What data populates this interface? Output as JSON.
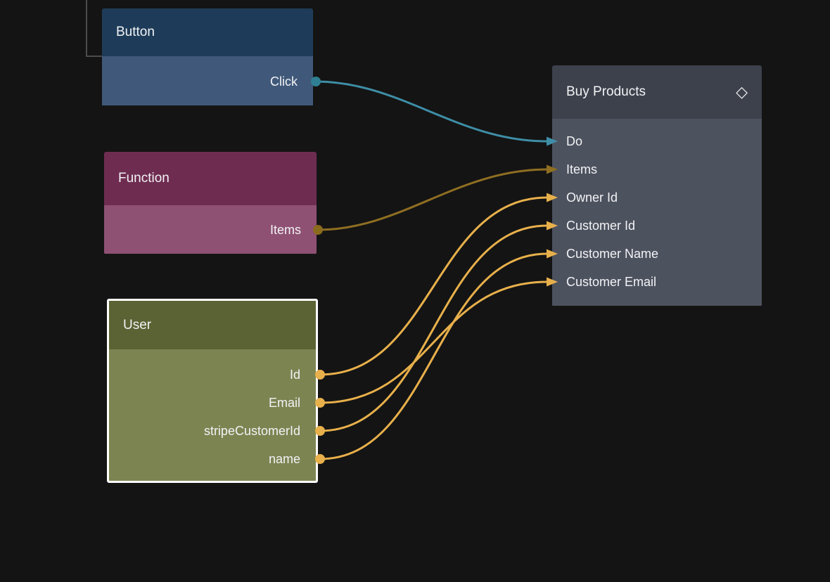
{
  "canvas": {
    "background": "#141414",
    "frame_line_color": "#5f5f5f"
  },
  "nodes": {
    "button": {
      "title": "Button",
      "header_color": "#1e3c59",
      "body_color": "#40597a",
      "outputs": [
        {
          "label": "Click",
          "port_color": "#2f7f94"
        }
      ]
    },
    "function": {
      "title": "Function",
      "header_color": "#6f2c51",
      "body_color": "#8f5173",
      "outputs": [
        {
          "label": "Items",
          "port_color": "#8a6a1e"
        }
      ]
    },
    "user": {
      "title": "User",
      "selected": true,
      "selection_color": "#ffffff",
      "header_color": "#5b6334",
      "body_color": "#7c8452",
      "outputs": [
        {
          "label": "Id",
          "port_color": "#e8b04b"
        },
        {
          "label": "Email",
          "port_color": "#e8b04b"
        },
        {
          "label": "stripeCustomerId",
          "port_color": "#e8b04b"
        },
        {
          "label": "name",
          "port_color": "#e8b04b"
        }
      ]
    },
    "buy_products": {
      "title": "Buy Products",
      "icon": "diamond-icon",
      "icon_glyph": "◇",
      "header_color": "#3d414c",
      "body_color": "#4d525f",
      "inputs": [
        {
          "label": "Do"
        },
        {
          "label": "Items"
        },
        {
          "label": "Owner Id"
        },
        {
          "label": "Customer Id"
        },
        {
          "label": "Customer Name"
        },
        {
          "label": "Customer Email"
        }
      ]
    }
  },
  "wires": [
    {
      "from": "Button.Click",
      "to": "Buy Products.Do",
      "color": "#3e8ea6"
    },
    {
      "from": "Function.Items",
      "to": "Buy Products.Items",
      "color": "#8f6e22"
    },
    {
      "from": "User.Id",
      "to": "Buy Products.Owner Id",
      "color": "#e8b04b"
    },
    {
      "from": "User.Email",
      "to": "Buy Products.Customer Email",
      "color": "#e8b04b"
    },
    {
      "from": "User.stripeCustomerId",
      "to": "Buy Products.Customer Id",
      "color": "#e8b04b"
    },
    {
      "from": "User.name",
      "to": "Buy Products.Customer Name",
      "color": "#e8b04b"
    }
  ]
}
